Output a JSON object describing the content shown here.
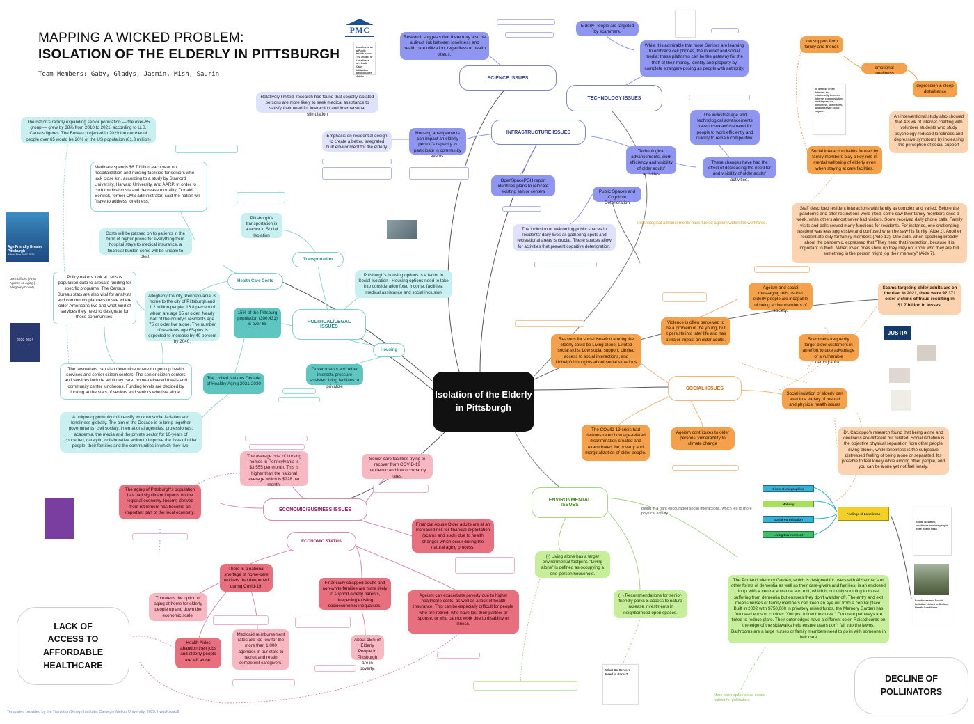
{
  "header": {
    "title_line1": "MAPPING A WICKED PROBLEM:",
    "title_line2": "ISOLATION OF THE ELDERLY IN PITTSBURGH",
    "team": "Team Members: Gaby, Gladys, Jasmin, Mish, Saurin"
  },
  "center": {
    "label": "Isolation of the Elderly in Pittsburgh"
  },
  "corners": {
    "lack_healthcare": "LACK OF ACCESS TO AFFORDABLE HEALTHCARE",
    "pollinators": "DECLINE OF POLLINATORS"
  },
  "categories": {
    "science": "SCIENCE ISSUES",
    "technology": "TECHNOLOGY ISSUES",
    "infrastructure": "INFRASTRUCTURE ISSUES",
    "political": "POLITICAL/LEGAL ISSUES",
    "social": "SOCIAL ISSUES",
    "environmental": "ENVIRONMENTAL ISSUES",
    "economic": "ECONOMIC/BUSINESS ISSUES",
    "economic_status": "ECONOMIC STATUS",
    "transportation": "Transportation",
    "health_care_costs": "Health Care Costs",
    "housing": "Housing"
  },
  "science": {
    "pmc_logo": "PMC",
    "research_link": "Research suggests that there may also be a direct link between loneliness and health care utilization, regardless of health status.",
    "relatively_limited": "Relatively limited, research has found that socially isolated persons are more likely to seek medical assistance to satisfy their need for interaction and interpersonal stimulation",
    "card_text": "Loneliness as a Public Health Issue: The Impact of Loneliness on Health Care Utilization among Older Adults"
  },
  "technology": {
    "targeted_scammers": "Elderly People are targeted by scammers.",
    "seniors_embrace": "While it is admirable that more Seniors are learning to embrace cell phones, the internet and social media; these platforms can be the gateway for the theft of their money, identity and property by complete strangers posing as people with authority.",
    "industrial_age": "The industrial age and technological advancements have increased the need for people to work efficiently and quickly to remain competitive.",
    "changes_effect": "These changes have had the effect of decreasing the need for and visibility of older adults' activities.",
    "tech_advancements": "Technological advancements, work efficiency and visibility of older adults' activities",
    "tech_ageism_note": "Technological advancements have fueled ageism within the workforce."
  },
  "infrastructure": {
    "housing_arrangements": "Housing arrangements can impact an elderly person's capacity to participate in community events.",
    "emphasis_residential": "Emphasis on residential design to create a better, integrated built environment for the elderly.",
    "openspace": "OpenSpacePGH report identifies plans to relocate existing senior centers",
    "public_spaces": "Public Spaces and Cognitive Deterioration",
    "welcoming_spaces": "The inclusion of welcoming public spaces in residents' daily lives as gathering spots and recreational areas is crucial. These spaces allow for activities that prevent cognitive deterioration."
  },
  "political": {
    "senior_population": "The nation's rapidly expanding senior population — the over-65 group — grew by 38% from 2010 to 2021, according to U.S. Census figures. The Bureau projected in 2029 the number of people over 65 would be 20% of the US population (61.3 million)",
    "medicare": "Medicare spends $6.7 billion each year on hospitalization and nursing facilities for seniors who lack close kin, according to a study by Stanford University, Harvard University, and AARP. In order to curb medical costs and decrease mortality, Donald Berwick, former CMS administrator, said the nation will \"have to address loneliness.\"",
    "transportation_factor": "Pittsburgh's transportation is a factor in Social Isolation",
    "costs_passed": "Costs will be passed on to patients in the form of higher prices for everything from hospital stays to medical insurance, a financial burden some will be unable to bear.",
    "policymakers": "Policymakers look at census population data to allocate funding for specific programs. The Census Bureau stats are also vital for analysts and community planners to see where older Americans live and what kind of services they need to designate for those communities.",
    "allegheny": "Allegheny County, Pennsylvania, is home to the city of Pittsburgh and 1.2 million people, 16.8 percent of whom are age 65 or older. Nearly half of the county's residents age 75 or older live alone. The number of residents age 65-plus is expected to increase by 40 percent by 2040.",
    "fifteen_percent": "15% of the Pittsburg population (300,431) is over 65",
    "housing_options": "Pittsburgh's housing options is a factor in Social Isolation - Housing options need to take into consideration fixed income, facilities, medical assistance and social inclusion",
    "lawmakers": "The lawmakers can also determine where to open up health services and senior citizen centers. The senior citizen centers and services include adult day care, home-delivered meals and community center luncheons. Funding levels are decided by looking at the stats of seniors and seniors who live alone.",
    "un_decade": "The United Nations Decade of Healthy Aging 2021-2030",
    "governments": "Governments and other interests pressure assisted living facilities to privatize",
    "unique_opportunity": "A unique opportunity to intensify work on social isolation and loneliness globally. The aim of the Decade is to bring together governments, civil society, international agencies, professionals, academia, the media and the private sector for 10-years of concerted, catalytic, collaborative action to improve the lives of older people, their families and the communities in which they live.",
    "age_friendly": "Age Friendly Greater Pittsburgh",
    "age_friendly_sub": "Action Plan 2017-2020",
    "dhs_office": "DHS Offices | Area Agency on Aging | Allegheny County",
    "decade_cover": "2020-2024"
  },
  "social": {
    "low_support": "low support from family and friends",
    "emotional_loneliness": "emotional loneliness",
    "depression": "depression & sleep disturbance",
    "interventional_study": "An interventional study also showed that 4-8 wk of internet chatting with volunteer students who study psychology reduced loneliness and depressive symptoms by increasing the perception of social support",
    "social_habits": "Social interaction habits formed by family members play a key role in mental wellbeing of elderly even when staying at care facilities.",
    "staff_described": "Staff described resident interactions with family as complex and varied. Before the pandemic and after restrictions were lifted, some saw their family members once a week, while others almost never had visitors. Some received daily phone calls. Family visits and calls served many functions for residents. For instance, one challenging resident was less aggressive and confused when he saw his family (Aide 1). Another resident ate only for family members (Aide 12). One aide, when speaking broadly about the pandemic, expressed that \"They need that interaction, because it is important to them. When loved ones show up they may not know who they are but something in the person might jog their memory\" (Aide 7).",
    "ageism_messaging": "Ageism and social messaging tells us that elderly people are incapable of being active members of society.",
    "scams": "Scams targeting older adults are on the rise. In 2021, there were 92,371 older victims of fraud resulting in $1.7 billion in losses.",
    "violence": "Violence is often perceived to be a problem of the young, but it persists into later life and has a major impact on older adults.",
    "scammers": "Scammers frequently target older customers in an effort to take advantage of a vulnerable demographic.",
    "reasons": "Reasons for social isolation among the elderly could be Living alone, Limited social skills, Low social support, Limited access to social interactions, and Unhelpful thoughts about social situations",
    "variety_outcomes": "Social isolation of elderly can lead to a variety of mental and physical health issues",
    "cacioppo": "Dr. Cacioppo's research found that being alone and loneliness are different but related. Social isolation is the objective physical separation from other people (living alone), while loneliness is the subjective distressed feeling of being alone or separated. It's possible to feel lonely while among other people, and you can be alone yet not feel lonely.",
    "covid": "The COVID-19 crisis had demonstrated how age-related discrimination created and exacerbated the poverty and marginalization of older people.",
    "ageism_climate": "Ageism contributes to older persons' vulnerability to climate change",
    "justia": "JUSTIA",
    "legend": [
      "Socio-Demographics",
      "Mobility",
      "Social Participation",
      "Living Environment",
      "Feelings of Loneliness"
    ],
    "article_1": "Social isolation, loneliness in older people pose health risks",
    "article_2": "Loneliness and Social Isolation Linked to Serious Health Conditions",
    "article_3": "In defense of the Internet: the relationship between Internet communication and depression, loneliness, self-esteem, and perceived social support"
  },
  "environmental": {
    "park_note": "Being in a park encouraged social interactions, which led to more physical activity.",
    "living_alone": "(-) Living alone has a larger environmental footprint. \"Living alone\" is defined as occupying a one-person household.",
    "recommendations": "(+) Recommendations for senior-friendly parks & access to nature increase investments in neighborhood open spaces.",
    "memory_garden": "The Portland Memory Garden, which is designed for users with Alzheimer's or other forms of dementia as well as their care-givers and families, is an enclosed loop, with a central entrance and exit, which is not only soothing to those suffering from dementia but ensures they don't wander off. The entry and exit means nurses or family members can keep an eye out from a central place. Built in 2002 with $750,000 in privately raised funds, the Memory Garden has \"no dead ends or choices. You just follow the curve.\" Concrete pathways are tinted to reduce glare. Their outer edges have a different color. Raised curbs on the edge of the sidewalks help ensure users don't fall into the lawns. Bathrooms are a large nurses or family members need to go in with someone in their care.",
    "open_space_note": "More open space could create habitat for pollinators.",
    "seniors_parks_card": "What Do Seniors Need in Parks?"
  },
  "economic": {
    "average_cost": "The average cost of nursing homes in Pennsylvania is $3,555 per month. This is higher than the national average which is $228 per month.",
    "senior_care": "Senior care facilities trying to recover from COVID-19 pandemic and low occupancy rates.",
    "aging_population": "The aging of Pittsburgh's population has had significant impacts on the regional economy. Income derived from retirement has become an important part of the local economy.",
    "financial_abuse": "Financial Abuse Older adults are at an increased risk for financial exploitation (scams and such) due to health changes which occur during the natural aging process.",
    "shortage": "There is a national shortage of home-care workers that deepened during Covid-19.",
    "threatens": "Threatens the option of aging at home for elderly people up and down the economic scale.",
    "strapped": "Financially strapped adults and non-white families are more likely to support elderly parents, deepening existing socioeconomic inequalities.",
    "ageism_poverty": "Ageism can exacerbate poverty due to higher healthcare costs, as well as a lack of health insurance. This can be especially difficult for people who are retired, who have lost their partner or spouse, or who cannot work due to disability or illness.",
    "health_aides": "Health Aides abandon their jobs and elderly people are left alone.",
    "medicaid": "Medicaid reimbursement rates are too low for the more than 1,000 agencies in our state to recruit and retain competent caregivers.",
    "fifteen_poverty": "About 15% of Elderly People in Pittsburgh are in poverty."
  },
  "footer": "Templated provided by the Transition Design Institute, Carnegie Mellon University, 2023. Irwin/Kossoff",
  "colors": {
    "blue": "#8f96f2",
    "teal": "#5ec5c0",
    "orange": "#f5a04a",
    "red": "#e8707e",
    "green": "#c7ee9a",
    "center": "#111111"
  }
}
